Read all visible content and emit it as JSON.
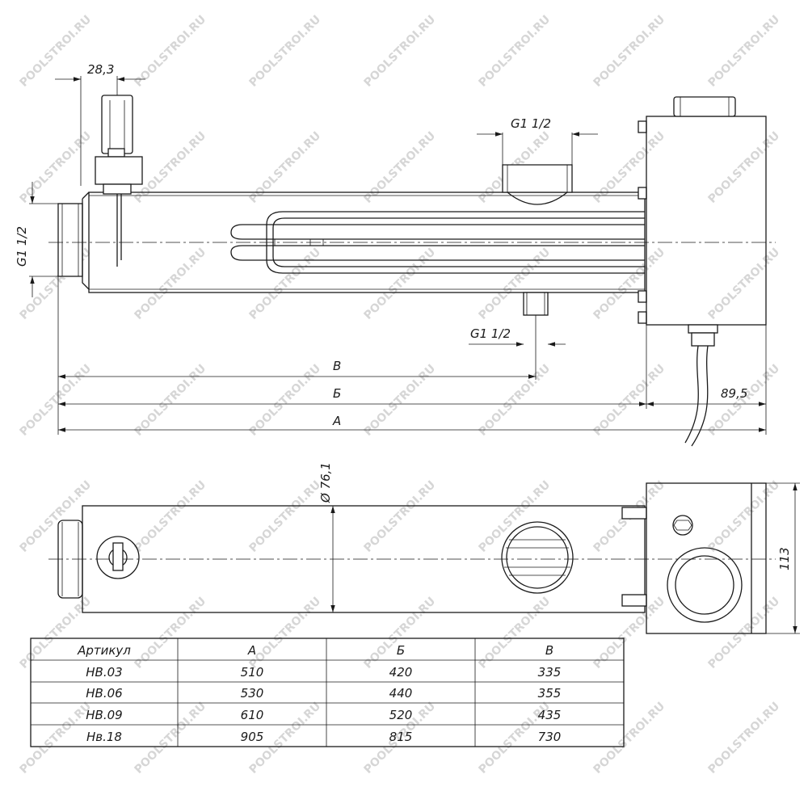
{
  "watermark": "POOLSTROI.RU",
  "dimensions": {
    "inlet_offset": "28,3",
    "top_port": "G1 1/2",
    "side_port": "G1 1/2",
    "bottom_port": "G1 1/2",
    "len_v": "В",
    "len_b": "Б",
    "len_a": "А",
    "box_length": "89,5",
    "diameter": "Ø 76,1",
    "box_height": "113"
  },
  "table": {
    "headers": [
      "Артикул",
      "А",
      "Б",
      "В"
    ],
    "rows": [
      [
        "HB.03",
        "510",
        "420",
        "335"
      ],
      [
        "HB.06",
        "530",
        "440",
        "355"
      ],
      [
        "HB.09",
        "610",
        "520",
        "435"
      ],
      [
        "Hв.18",
        "905",
        "815",
        "730"
      ]
    ]
  }
}
